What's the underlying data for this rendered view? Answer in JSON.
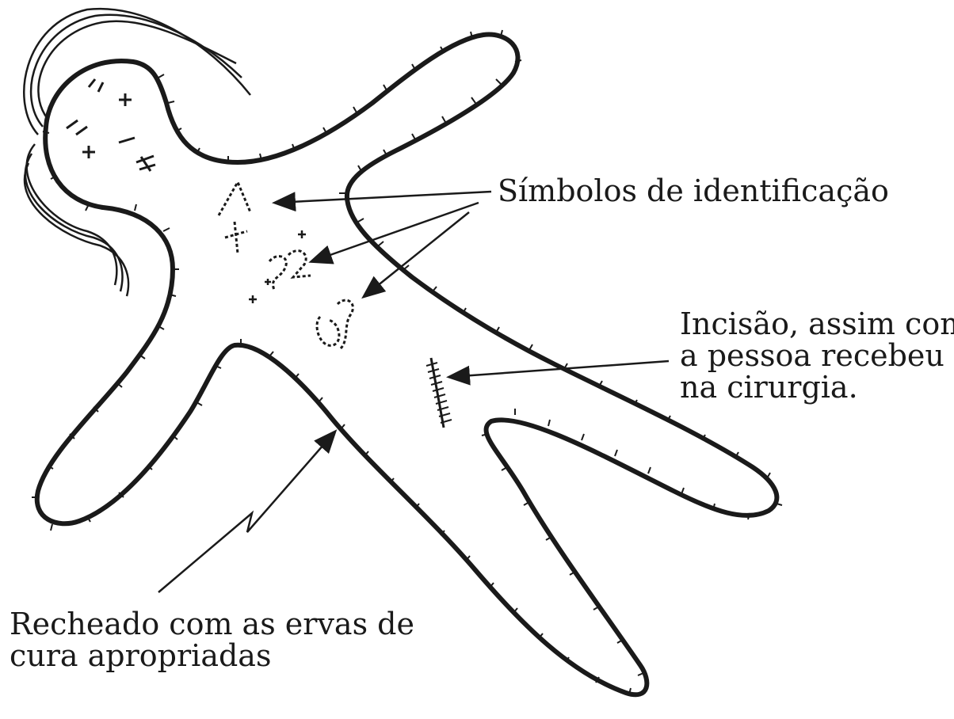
{
  "labels": {
    "symbols": "Símbolos de identificação",
    "incision": [
      "Incisão, assim como",
      "a pessoa recebeu",
      "na cirurgia."
    ],
    "stuffed": [
      "Recheado com as ervas de",
      "cura apropriadas"
    ]
  },
  "doll_symbols": {
    "chest_top": "4",
    "chest_mid": "52",
    "chest_low": "09"
  },
  "colors": {
    "ink": "#1a1a1a",
    "background": "#ffffff"
  }
}
